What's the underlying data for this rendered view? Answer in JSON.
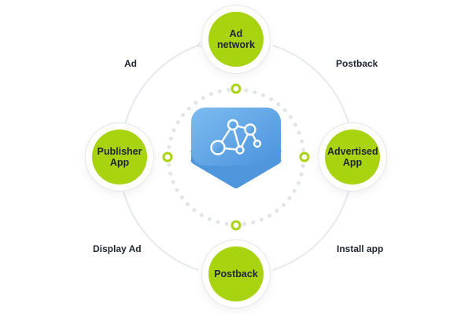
{
  "nodes": {
    "top": {
      "label": "Ad network"
    },
    "left": {
      "label": "Publisher App"
    },
    "right": {
      "label": "Advertised App"
    },
    "bottom": {
      "label": "Postback"
    }
  },
  "edges": {
    "top_left": "Ad",
    "top_right": "Postback",
    "bottom_left": "Display Ad",
    "bottom_right": "Install app"
  },
  "colors": {
    "accent": "#a8d30f",
    "ring": "#e6e9ed",
    "dots": "#e2e5e8",
    "icon_top": "#6fb0e8",
    "icon_mid": "#4f9ae0",
    "icon_bottom": "#bcd7f2"
  },
  "center_icon": "network-graph-stack-icon"
}
